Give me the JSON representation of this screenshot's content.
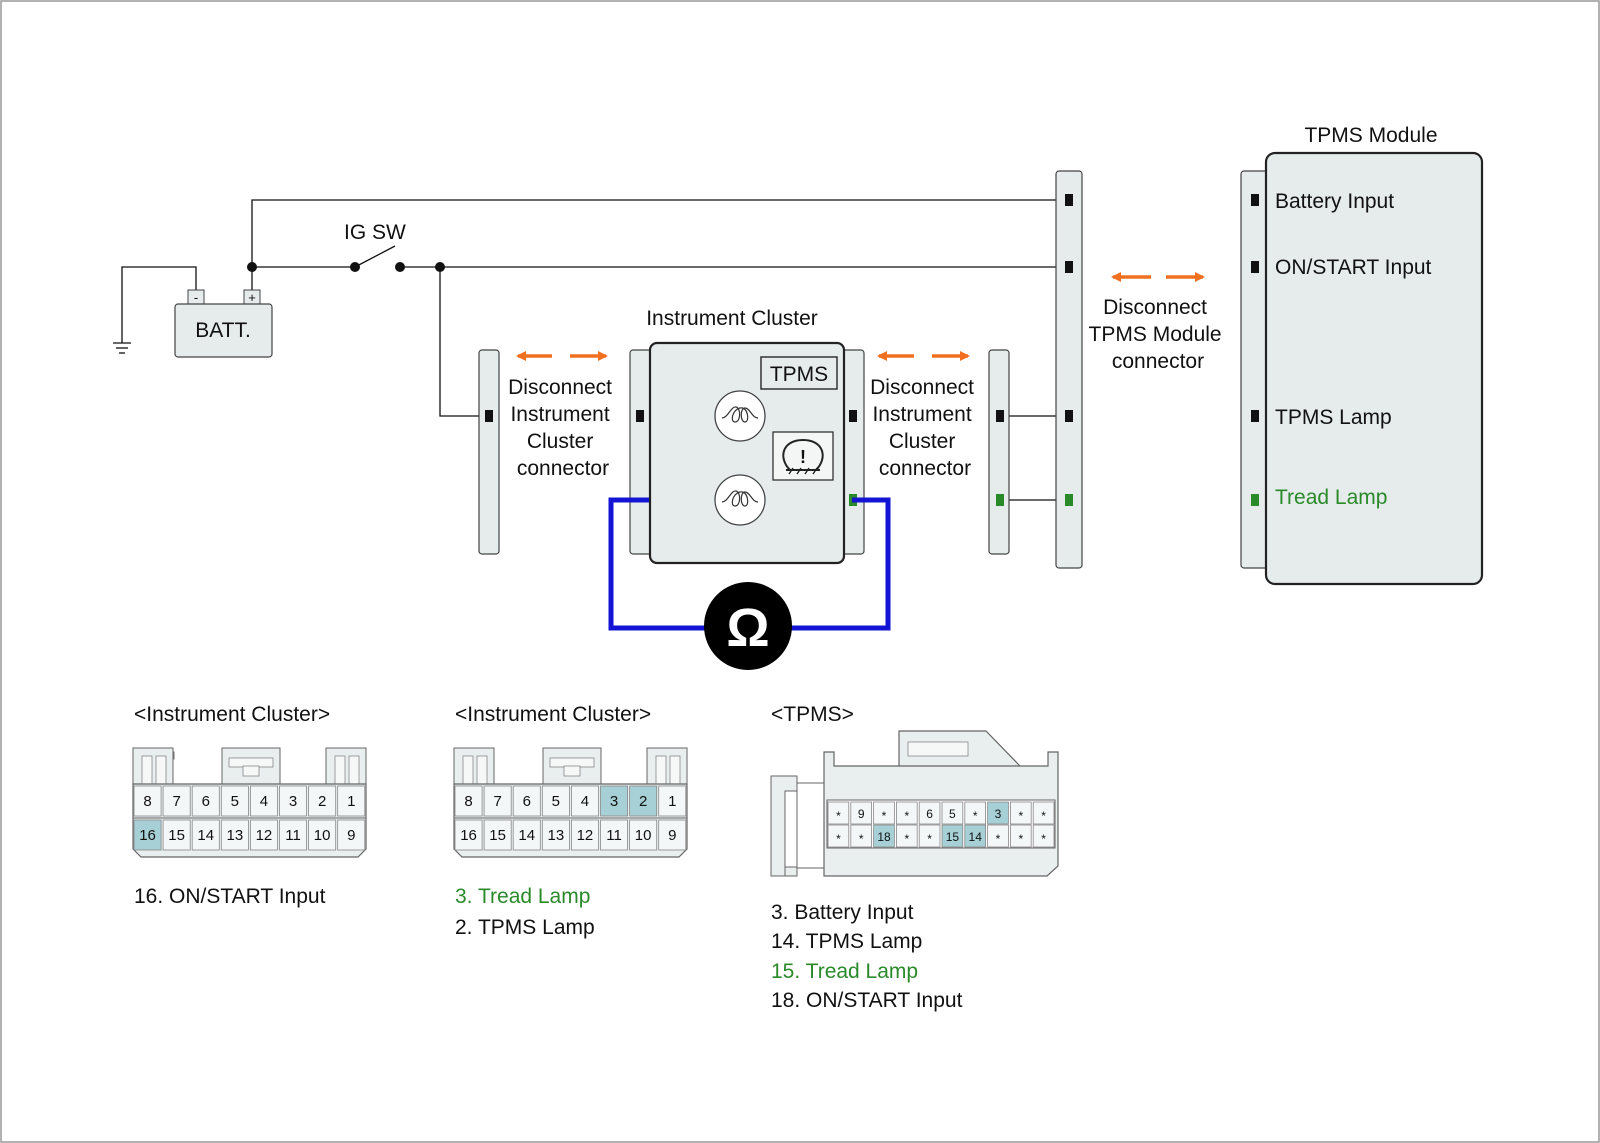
{
  "colors": {
    "accent_green": "#2a8a2a",
    "meter_wire": "#1414d4",
    "arrow": "#f07020",
    "highlight_pin": "#a6cfd6",
    "panel_fill": "#e6ecec"
  },
  "diagram": {
    "ig_sw": "IG SW",
    "battery": {
      "label": "BATT.",
      "neg": "-",
      "pos": "+"
    },
    "cluster": {
      "title": "Instrument Cluster",
      "tpms_badge": "TPMS",
      "warning_icon": "tpms-warning-icon"
    },
    "disconnect_left": [
      "Disconnect",
      "Instrument",
      "Cluster",
      "connector"
    ],
    "disconnect_right": [
      "Disconnect",
      "Instrument",
      "Cluster",
      "connector"
    ],
    "disconnect_module": [
      "Disconnect",
      "TPMS Module",
      "connector"
    ],
    "module": {
      "title": "TPMS Module",
      "inputs": [
        "Battery Input",
        "ON/START Input",
        "TPMS Lamp",
        "Tread Lamp"
      ]
    },
    "meter_symbol": "Ω"
  },
  "connectors": [
    {
      "title": "<Instrument Cluster>",
      "top_row": [
        "8",
        "7",
        "6",
        "5",
        "4",
        "3",
        "2",
        "1"
      ],
      "bottom_row": [
        "16",
        "15",
        "14",
        "13",
        "12",
        "11",
        "10",
        "9"
      ],
      "highlight": [
        "16"
      ],
      "notes": [
        {
          "text": "16. ON/START Input",
          "green": false
        }
      ]
    },
    {
      "title": "<Instrument Cluster>",
      "top_row": [
        "8",
        "7",
        "6",
        "5",
        "4",
        "3",
        "2",
        "1"
      ],
      "bottom_row": [
        "16",
        "15",
        "14",
        "13",
        "12",
        "11",
        "10",
        "9"
      ],
      "highlight": [
        "3",
        "2"
      ],
      "notes": [
        {
          "text": "3. Tread Lamp",
          "green": true
        },
        {
          "text": "2. TPMS Lamp",
          "green": false
        }
      ]
    },
    {
      "title": "<TPMS>",
      "top_row": [
        "*",
        "9",
        "*",
        "*",
        "6",
        "5",
        "*",
        "3",
        "*",
        "*"
      ],
      "bottom_row": [
        "*",
        "*",
        "18",
        "*",
        "*",
        "15",
        "14",
        "*",
        "*",
        "*"
      ],
      "highlight": [
        "3",
        "18",
        "15",
        "14"
      ],
      "notes": [
        {
          "text": "3. Battery Input",
          "green": false
        },
        {
          "text": "14. TPMS Lamp",
          "green": false
        },
        {
          "text": "15. Tread Lamp",
          "green": true
        },
        {
          "text": "18. ON/START Input",
          "green": false
        }
      ]
    }
  ]
}
